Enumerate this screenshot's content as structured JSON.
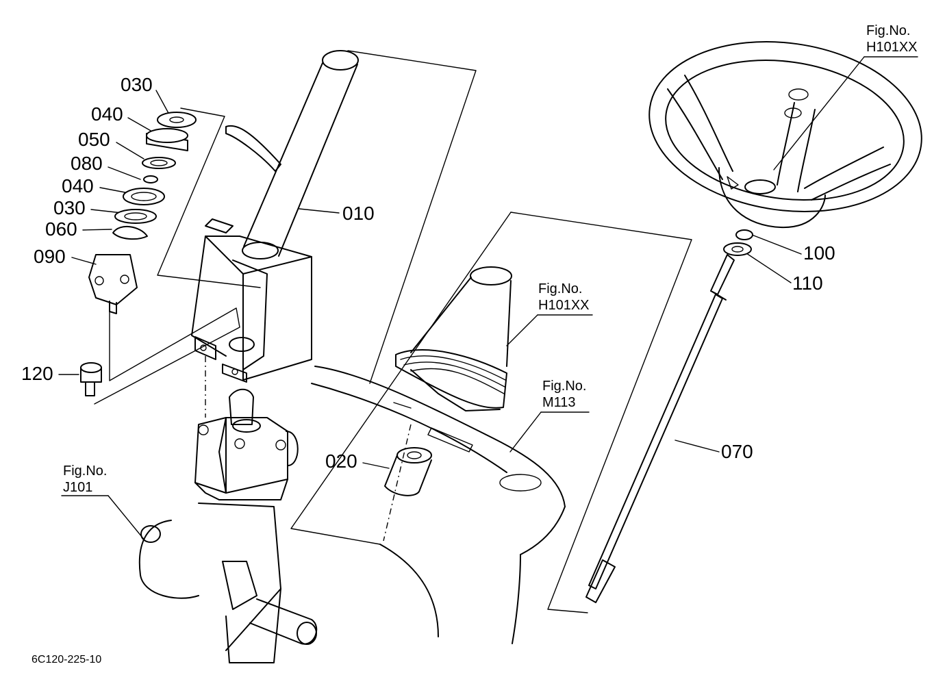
{
  "parts": {
    "p030a": "030",
    "p040a": "040",
    "p050": "050",
    "p080": "080",
    "p040b": "040",
    "p030b": "030",
    "p060": "060",
    "p090": "090",
    "p120": "120",
    "p010": "010",
    "p020": "020",
    "p070": "070",
    "p100": "100",
    "p110": "110"
  },
  "figure_refs": {
    "steering_wheel": {
      "line1": "Fig.No.",
      "line2": "H101XX"
    },
    "boot": {
      "line1": "Fig.No.",
      "line2": "H101XX"
    },
    "panel": {
      "line1": "Fig.No.",
      "line2": "M113"
    },
    "gearbox": {
      "line1": "Fig.No.",
      "line2": "J101"
    }
  },
  "footer": {
    "drawing_code": "6C120-225-10"
  }
}
